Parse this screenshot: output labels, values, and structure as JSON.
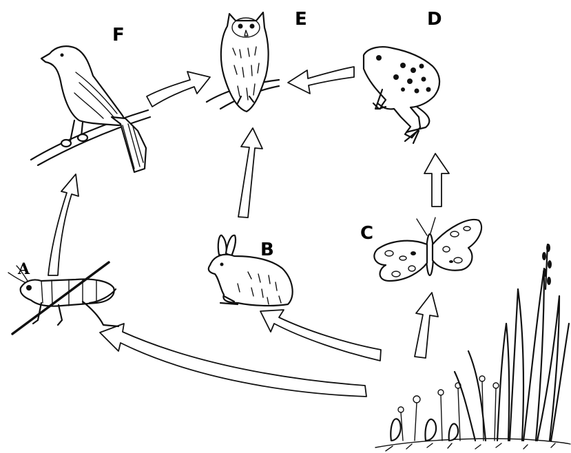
{
  "labels": {
    "a": "A",
    "b": "B",
    "c": "C",
    "d": "D",
    "e": "E",
    "f": "F"
  },
  "organisms": {
    "a": "grasshopper",
    "b": "rabbit",
    "c": "butterfly",
    "d": "frog",
    "e": "owl",
    "f": "bird",
    "producer": "grass-and-plants"
  },
  "colors": {
    "ink": "#111111",
    "background": "#ffffff"
  }
}
